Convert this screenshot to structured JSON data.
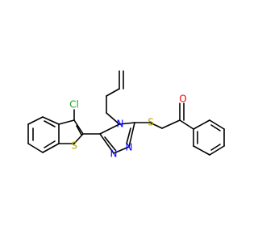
{
  "molecule": {
    "atom_labels": {
      "chlorine": "Cl",
      "thiophene_sulfur": "S",
      "thioether_sulfur": "S",
      "carbonyl_oxygen": "O",
      "triazole_n4": "N",
      "triazole_n1": "N",
      "triazole_n2": "N"
    },
    "colors": {
      "bond": "#000000",
      "chlorine": "#1ea81e",
      "sulfur": "#b5a200",
      "oxygen": "#ff0000",
      "nitrogen": "#0000ff"
    }
  }
}
